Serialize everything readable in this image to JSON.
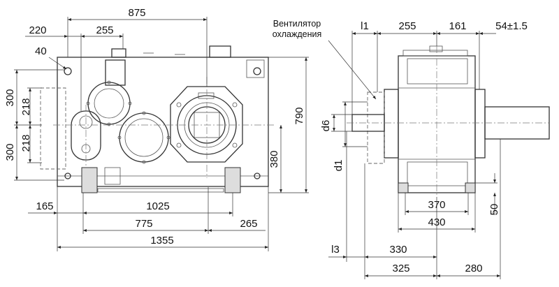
{
  "front_view": {
    "dims": {
      "d875": "875",
      "d220": "220",
      "d255": "255",
      "d40": "40",
      "d300_top": "300",
      "d218_top": "218",
      "d218_bot": "218",
      "d300_bot": "300",
      "d790": "790",
      "d380": "380",
      "d165": "165",
      "d1025": "1025",
      "d775": "775",
      "d265": "265",
      "d1355": "1355"
    }
  },
  "side_view": {
    "fan_label_line1": "Вентилятор",
    "fan_label_line2": "охлаждения",
    "dims": {
      "l1": "l1",
      "d255": "255",
      "d161": "161",
      "d54": "54±1.5",
      "d6": "d6",
      "d1": "d1",
      "d370": "370",
      "d50": "50",
      "d430": "430",
      "l3": "l3",
      "d330": "330",
      "d325": "325",
      "d280": "280"
    }
  }
}
